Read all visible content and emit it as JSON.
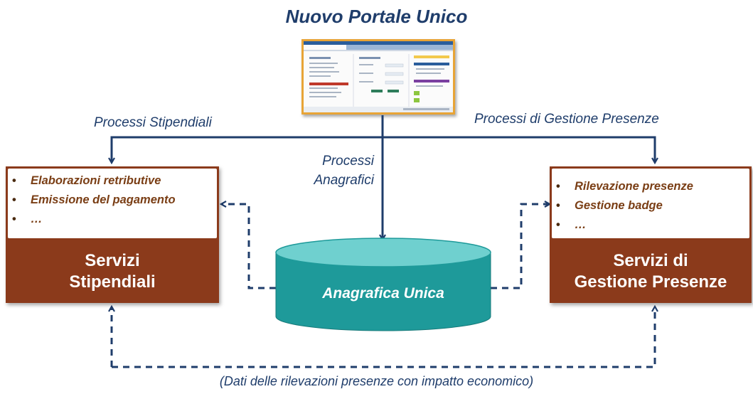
{
  "title": "Nuovo Portale Unico",
  "flows": {
    "processi_stipendiali": "Processi Stipendiali",
    "processi_gestione_presenze": "Processi di Gestione Presenze",
    "processi_anagrafici_line1": "Processi",
    "processi_anagrafici_line2": "Anagrafici"
  },
  "left_box": {
    "items": [
      "Elaborazioni retributive",
      "Emissione del pagamento",
      "…"
    ],
    "title_line1": "Servizi",
    "title_line2": "Stipendiali"
  },
  "right_box": {
    "items": [
      "Rilevazione presenze",
      "Gestione badge",
      "…"
    ],
    "title_line1": "Servizi di",
    "title_line2": "Gestione Presenze"
  },
  "database": {
    "label": "Anagrafica Unica"
  },
  "bottom_note": "(Dati delle rilevazioni presenze con impatto economico)",
  "colors": {
    "title": "#1f3d6b",
    "box": "#8b3a1b",
    "box_text": "#7a3e15",
    "database": "#1e9a9a",
    "database_top": "#6fd0cf",
    "arrow": "#1f3d6b",
    "thumbnail_border": "#e8a436"
  }
}
